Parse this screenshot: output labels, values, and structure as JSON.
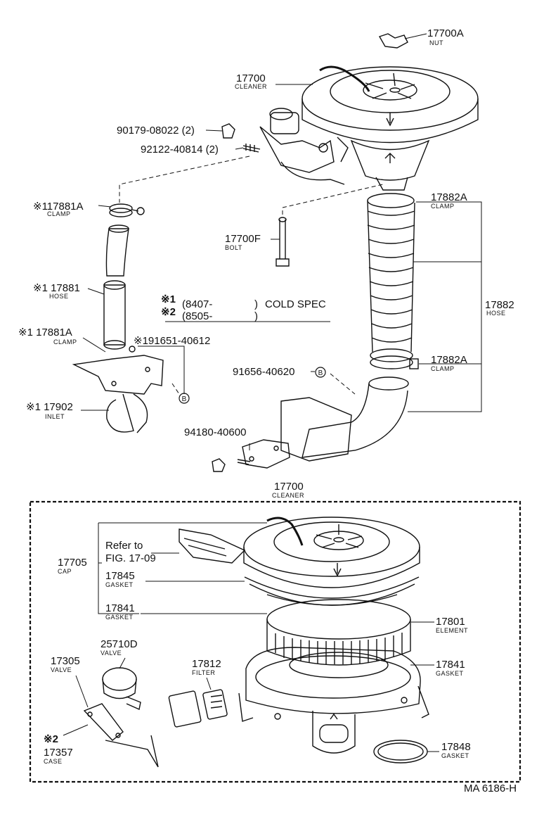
{
  "parts": {
    "p17700A": {
      "num": "17700A",
      "name": "NUT"
    },
    "p17700": {
      "num": "17700",
      "name": "CLEANER"
    },
    "p90179": {
      "num": "90179-08022 (2)"
    },
    "p92122": {
      "num": "92122-40814 (2)"
    },
    "p17881A_top": {
      "num": "※117881A",
      "name": "CLAMP"
    },
    "p17882A_top": {
      "num": "17882A",
      "name": "CLAMP"
    },
    "p17700F": {
      "num": "17700F",
      "name": "BOLT"
    },
    "p17881": {
      "num": "※1 17881",
      "name": "HOSE"
    },
    "p17882": {
      "num": "17882",
      "name": "HOSE"
    },
    "p17881A_bot": {
      "num": "※1 17881A",
      "name": "CLAMP"
    },
    "p191651": {
      "num": "※191651-40612"
    },
    "p91656": {
      "num": "91656-40620"
    },
    "p17882A_bot": {
      "num": "17882A",
      "name": "CLAMP"
    },
    "p17902": {
      "num": "※1 17902",
      "name": "INLET"
    },
    "p94180": {
      "num": "94180-40600"
    },
    "p17700_box": {
      "num": "17700",
      "name": "CLEANER"
    },
    "p17705": {
      "num": "17705",
      "name": "CAP"
    },
    "p17845": {
      "num": "17845",
      "name": "GASKET"
    },
    "p17841_left": {
      "num": "17841",
      "name": "GASKET"
    },
    "p17801": {
      "num": "17801",
      "name": "ELEMENT"
    },
    "p17841_right": {
      "num": "17841",
      "name": "GASKET"
    },
    "p25710D": {
      "num": "25710D",
      "name": "VALVE"
    },
    "p17305": {
      "num": "17305",
      "name": "VALVE"
    },
    "p17812": {
      "num": "17812",
      "name": "FILTER"
    },
    "p17357": {
      "num": "17357",
      "name": "CASE"
    },
    "p17357_mark": {
      "num": "※2"
    },
    "p17848": {
      "num": "17848",
      "name": "GASKET"
    }
  },
  "refer": {
    "line1": "Refer to",
    "line2": "FIG. 17-09"
  },
  "legend": {
    "row1": {
      "mark": "※1",
      "range": "(8407-",
      "close": ")",
      "text": "COLD SPEC"
    },
    "row2": {
      "mark": "※2",
      "range": "(8505-",
      "close": ")"
    }
  },
  "callout_marker": "B",
  "footer": "MA 6186-H"
}
